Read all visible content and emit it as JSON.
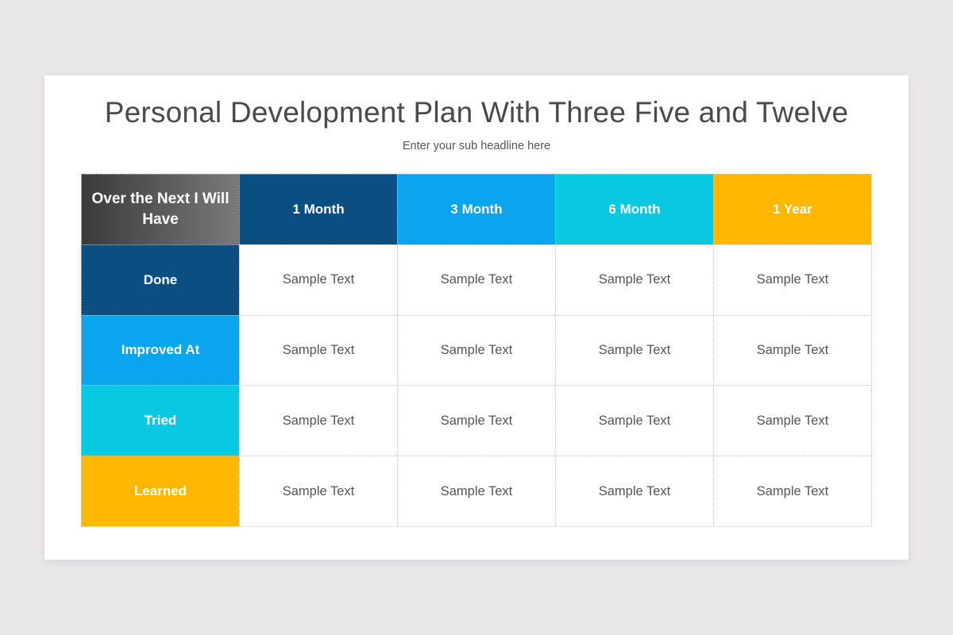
{
  "slide": {
    "title": "Personal Development Plan With Three Five and Twelve",
    "subtitle": "Enter your sub headline here"
  },
  "table": {
    "corner_label": "Over the Next I Will Have",
    "columns": [
      {
        "label": "1 Month",
        "color": "#0b4f82"
      },
      {
        "label": "3 Month",
        "color": "#0aa5ee"
      },
      {
        "label": "6 Month",
        "color": "#08c9e1"
      },
      {
        "label": "1 Year",
        "color": "#ffb700"
      }
    ],
    "rows": [
      {
        "label": "Done",
        "color": "#0b4f82",
        "cells": [
          "Sample Text",
          "Sample Text",
          "Sample Text",
          "Sample Text"
        ]
      },
      {
        "label": "Improved At",
        "color": "#0aa5ee",
        "cells": [
          "Sample Text",
          "Sample Text",
          "Sample Text",
          "Sample Text"
        ]
      },
      {
        "label": "Tried",
        "color": "#08c9e1",
        "cells": [
          "Sample Text",
          "Sample Text",
          "Sample Text",
          "Sample Text"
        ]
      },
      {
        "label": "Learned",
        "color": "#ffb700",
        "cells": [
          "Sample Text",
          "Sample Text",
          "Sample Text",
          "Sample Text"
        ]
      }
    ]
  }
}
